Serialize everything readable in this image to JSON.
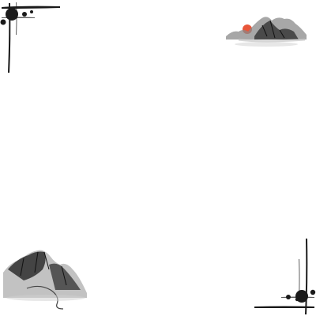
{
  "decorations": {
    "top_left": "ink-corner-brush-ornament",
    "top_right": "ink-mountain-with-red-sun",
    "bottom_left": "ink-mountain-with-winding-path",
    "bottom_right": "ink-corner-brush-ornament"
  },
  "colors": {
    "background": "#ffffff",
    "ink": "#1a1a1a",
    "sun": "#e8563a"
  }
}
